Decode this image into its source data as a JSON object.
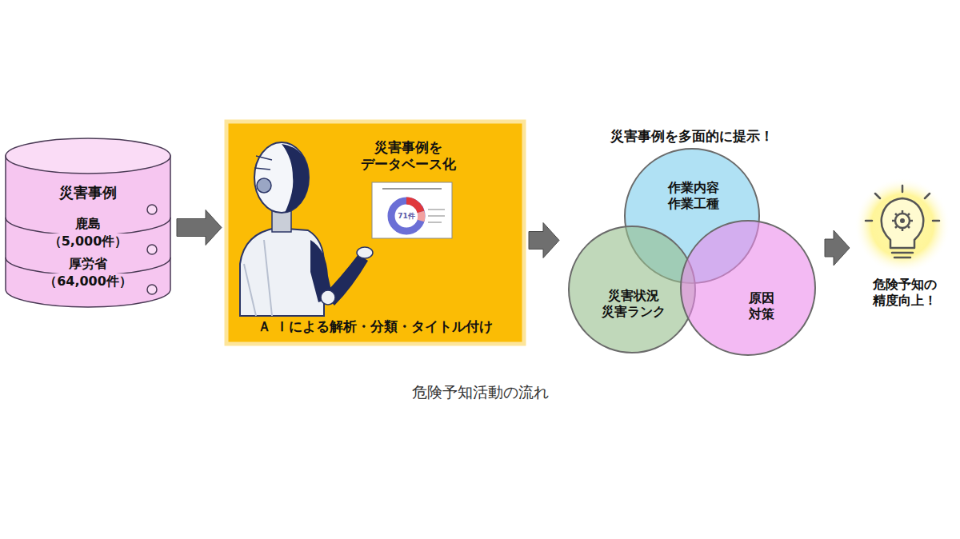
{
  "diagram": {
    "caption": "危険予知活動の流れ",
    "nodes": [
      {
        "text": [
          "災害事例",
          "鹿島",
          "（5,000件）",
          "厚労省",
          "（64,000件）"
        ]
      },
      {
        "text": [
          "災害事例を データベース化",
          "Ａ Ｉによる解析・分類・タイトル付け"
        ]
      },
      {
        "text": [
          "災害事例を多面的に提示！"
        ]
      },
      {
        "text": [
          "作業内容 作業工種"
        ],
        "in": 2
      },
      {
        "text": [
          "災害状況 災害ランク"
        ],
        "in": 2
      },
      {
        "text": [
          "原因 対策"
        ],
        "in": 2
      },
      {
        "text": [
          "危険予知の 精度向上！"
        ]
      }
    ],
    "edges": [
      {
        "from": 0,
        "to": 1,
        "arrow": "to"
      },
      {
        "from": 1,
        "to": 2,
        "arrow": "to"
      },
      {
        "from": 2,
        "to": 6,
        "arrow": "to"
      }
    ],
    "labels": [
      "71件"
    ]
  }
}
